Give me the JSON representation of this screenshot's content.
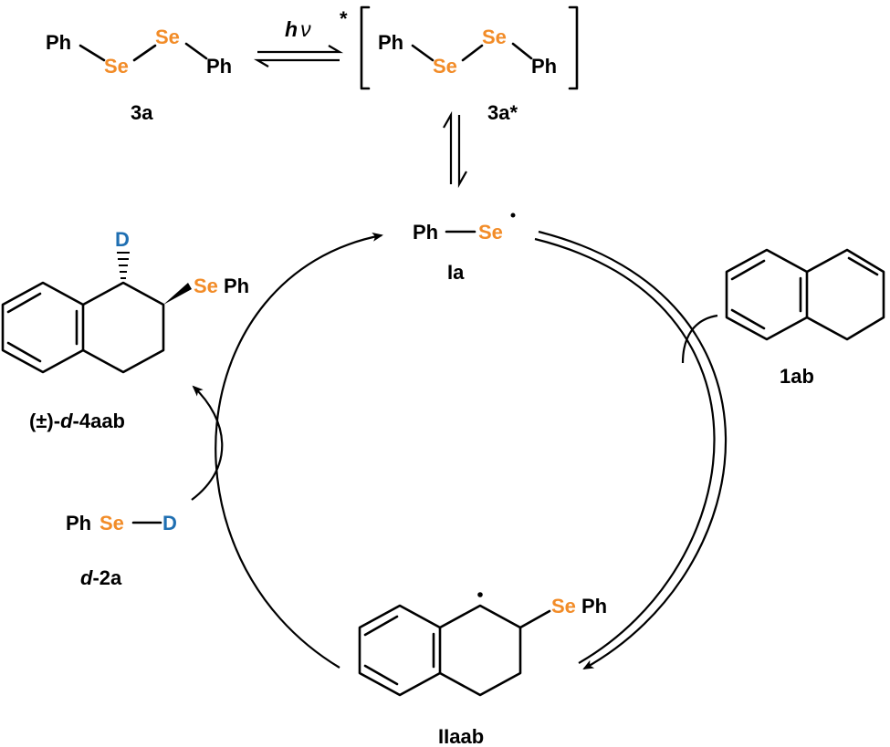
{
  "reagents": {
    "diselenide": {
      "ph1": "Ph",
      "se1": "Se",
      "se2": "Se",
      "ph2": "Ph",
      "label": "3a"
    },
    "excited": {
      "ph1": "Ph",
      "se1": "Se",
      "se2": "Se",
      "ph2": "Ph",
      "label": "3a*",
      "star": "*"
    },
    "light": {
      "h": "h",
      "nu": "ν"
    }
  },
  "radical": {
    "ph": "Ph",
    "se": "Se",
    "label": "Ia"
  },
  "substrate": {
    "label": "1ab"
  },
  "intermediate": {
    "se": "Se",
    "ph": "Ph",
    "label": "IIaab"
  },
  "product": {
    "d": "D",
    "se": "Se",
    "ph": "Ph",
    "label_pre": "(±)-",
    "label_d": "d",
    "label_post": "-4aab"
  },
  "d_source": {
    "ph": "Ph",
    "se": "Se",
    "d": "D",
    "label_d": "d",
    "label_post": "-2a"
  },
  "colors": {
    "selenium": "#f28c28",
    "deuterium": "#1f6fb2",
    "ink": "#000000"
  }
}
